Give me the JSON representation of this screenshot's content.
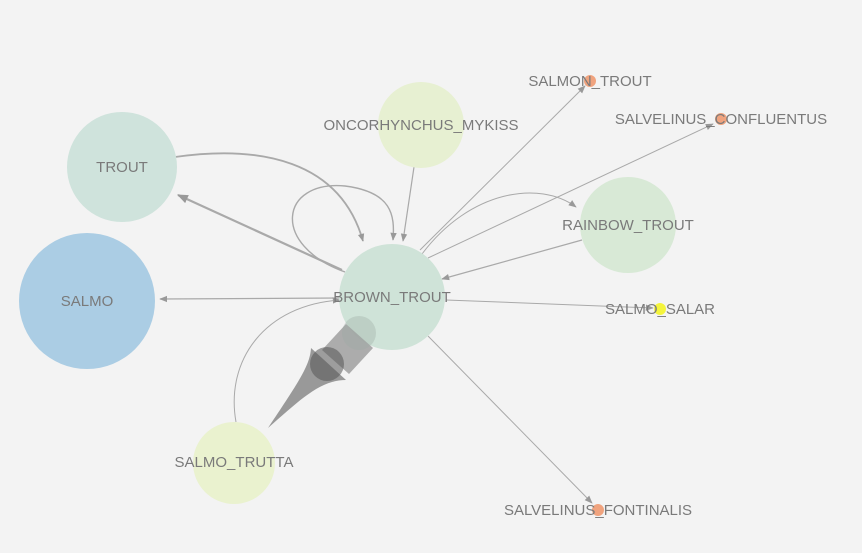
{
  "colors": {
    "background": "#f3f3f3",
    "edge": "#a9a9a9",
    "edge_arrow": "#999999",
    "label": "#7a7a7a"
  },
  "nodes": [
    {
      "id": "trout",
      "label": "TROUT",
      "color": "#cfe3dc"
    },
    {
      "id": "salmo",
      "label": "SALMO",
      "color": "#abcde4"
    },
    {
      "id": "oncorhynchus_mykiss",
      "label": "ONCORHYNCHUS_MYKISS",
      "color": "#e7f0d2"
    },
    {
      "id": "brown_trout",
      "label": "BROWN_TROUT",
      "color": "#cfe3d8"
    },
    {
      "id": "rainbow_trout",
      "label": "RAINBOW_TROUT",
      "color": "#d8e9d6"
    },
    {
      "id": "salmon_trout",
      "label": "SALMON_TROUT",
      "color": "#f0a37e"
    },
    {
      "id": "salvelinus_confluentus",
      "label": "SALVELINUS_CONFLUENTUS",
      "color": "#f0a37e"
    },
    {
      "id": "salmo_salar",
      "label": "SALMO_SALAR",
      "color": "#f4f43c"
    },
    {
      "id": "salmo_trutta",
      "label": "SALMO_TRUTTA",
      "color": "#eaf2cf"
    },
    {
      "id": "salvelinus_fontinalis",
      "label": "SALVELINUS_FONTINALIS",
      "color": "#f0a37e"
    }
  ],
  "edges": [
    {
      "source": "trout",
      "target": "brown_trout"
    },
    {
      "source": "brown_trout",
      "target": "trout"
    },
    {
      "source": "brown_trout",
      "target": "salmo"
    },
    {
      "source": "oncorhynchus_mykiss",
      "target": "brown_trout"
    },
    {
      "source": "brown_trout",
      "target": "brown_trout"
    },
    {
      "source": "brown_trout",
      "target": "salmon_trout"
    },
    {
      "source": "brown_trout",
      "target": "salvelinus_confluentus"
    },
    {
      "source": "brown_trout",
      "target": "rainbow_trout"
    },
    {
      "source": "rainbow_trout",
      "target": "brown_trout"
    },
    {
      "source": "brown_trout",
      "target": "salmo_salar"
    },
    {
      "source": "brown_trout",
      "target": "salvelinus_fontinalis"
    },
    {
      "source": "salmo_trutta",
      "target": "brown_trout"
    },
    {
      "source": "salmo_trutta",
      "target": "brown_trout",
      "weight": "heavy"
    }
  ]
}
